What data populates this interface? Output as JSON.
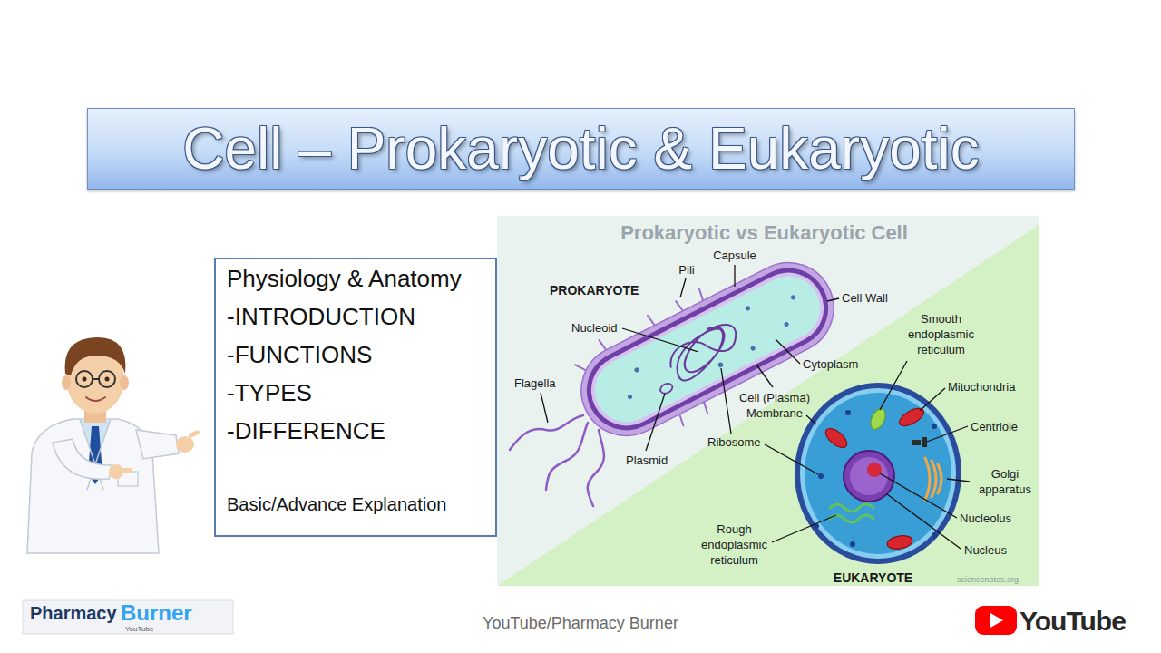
{
  "diagram": {
    "title": "Cell – Prokaryotic & Eukaryotic",
    "nodes": [
      {
        "text": [
          "Physiology & Anatomy",
          "-INTRODUCTION",
          "-FUNCTIONS",
          "-TYPES",
          "-DIFFERENCE",
          "Basic/Advance Explanation"
        ]
      }
    ],
    "labels": [
      "Prokaryotic vs Eukaryotic Cell",
      "Capsule",
      "Pili",
      "PROKARYOTE",
      "Cell Wall",
      "Smooth endoplasmic reticulum",
      "Nucleoid",
      "Cytoplasm",
      "Mitochondria",
      "Flagella",
      "Cell (Plasma) Membrane",
      "Centriole",
      "Ribosome",
      "Plasmid",
      "Golgi apparatus",
      "Nucleolus",
      "Rough endoplasmic reticulum",
      "Nucleus",
      "EUKARYOTE",
      "sciencenotes.org",
      "Pharmacy",
      "Burner",
      "YouTube",
      "YouTube/Pharmacy Burner",
      "YouTube"
    ]
  }
}
